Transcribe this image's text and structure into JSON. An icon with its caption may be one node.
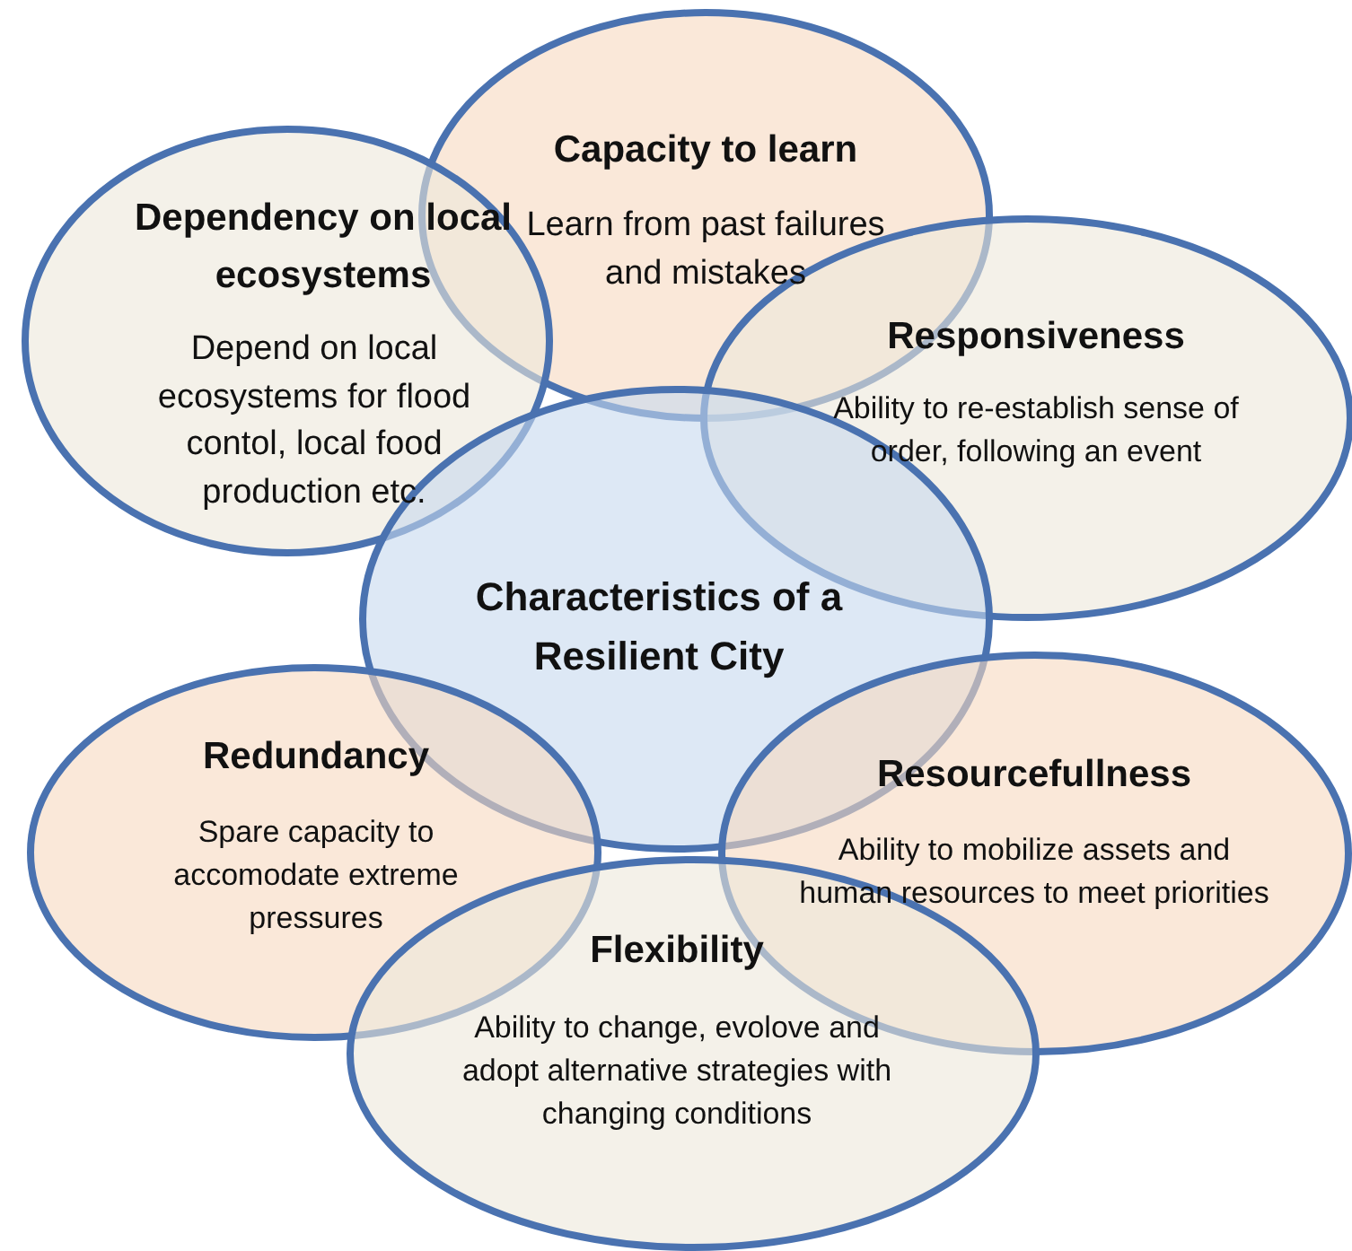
{
  "diagram": {
    "nodes": [
      {
        "text": [
          "Capacity to learn",
          "Learn from past failures and mistakes"
        ]
      },
      {
        "text": [
          "Dependency on local ecosystems",
          "Depend on local ecosystems for flood contol, local food production etc."
        ]
      },
      {
        "text": [
          "Responsiveness",
          "Ability to re-establish sense of order, following an event"
        ]
      },
      {
        "text": [
          "Characteristics of a Resilient City"
        ]
      },
      {
        "text": [
          "Redundancy",
          "Spare capacity to accomodate extreme pressures"
        ]
      },
      {
        "text": [
          "Resourcefullness",
          "Ability to mobilize assets and human resources to meet priorities"
        ]
      },
      {
        "text": [
          "Flexibility",
          "Ability to change, evolove and adopt alternative strategies with changing conditions"
        ]
      }
    ],
    "edges": []
  }
}
